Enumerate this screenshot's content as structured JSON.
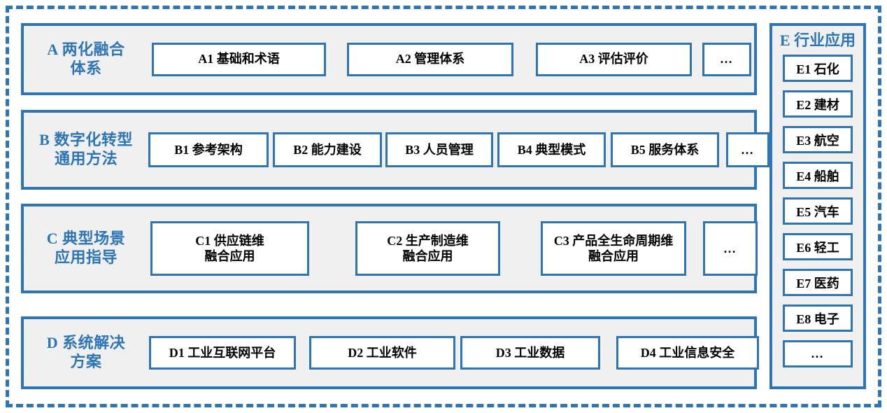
{
  "diagram": {
    "title_colors": {
      "accent": "#2e75b6",
      "panel_fill": "#f0f0f0",
      "item_fill": "#ffffff",
      "item_text": "#000000",
      "page_bg": "#ffffff"
    },
    "groups": [
      {
        "id": "A",
        "label": "A 两化融合\n体系",
        "items": [
          "A1 基础和术语",
          "A2 管理体系",
          "A3 评估评价",
          "…"
        ]
      },
      {
        "id": "B",
        "label": "B 数字化转型\n通用方法",
        "items": [
          "B1 参考架构",
          "B2 能力建设",
          "B3 人员管理",
          "B4 典型模式",
          "B5 服务体系",
          "…"
        ]
      },
      {
        "id": "C",
        "label": "C 典型场景\n应用指导",
        "items": [
          "C1 供应链维\n融合应用",
          "C2 生产制造维\n融合应用",
          "C3 产品全生命周期维\n融合应用",
          "…"
        ]
      },
      {
        "id": "D",
        "label": "D 系统解决\n方案",
        "items": [
          "D1 工业互联网平台",
          "D2 工业软件",
          "D3 工业数据",
          "D4 工业信息安全"
        ]
      }
    ],
    "side_group": {
      "id": "E",
      "label": "E 行业应用",
      "items": [
        "E1 石化",
        "E2 建材",
        "E3 航空",
        "E4 船舶",
        "E5 汽车",
        "E6 轻工",
        "E7 医药",
        "E8 电子",
        "…"
      ]
    }
  }
}
